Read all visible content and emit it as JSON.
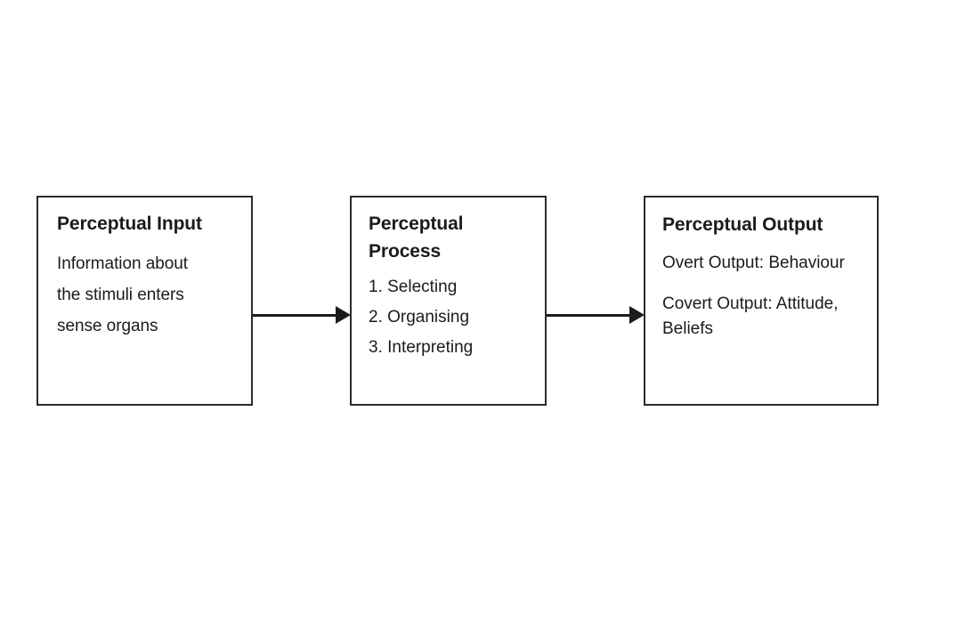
{
  "diagram": {
    "type": "flow-process",
    "background_color": "#ffffff",
    "border_color": "#2b2b2b",
    "text_color": "#1b1b1b",
    "nodes": [
      {
        "id": "perceptual-input",
        "title": "Perceptual Input",
        "body": "Information about\nthe stimuli enters\nsense organs"
      },
      {
        "id": "perceptual-process",
        "title": "Perceptual\nProcess",
        "items": [
          "1. Selecting",
          "2. Organising",
          "3. Interpreting"
        ]
      },
      {
        "id": "perceptual-output",
        "title": "Perceptual Output",
        "paragraphs": [
          "Overt Output: Behaviour",
          "Covert Output: Attitude, Beliefs"
        ]
      }
    ],
    "connectors": [
      {
        "id": "arrow-input-to-process",
        "from": "perceptual-input",
        "to": "perceptual-process",
        "style": "solid-arrow-right"
      },
      {
        "id": "arrow-process-to-output",
        "from": "perceptual-process",
        "to": "perceptual-output",
        "style": "solid-arrow-right"
      }
    ]
  }
}
